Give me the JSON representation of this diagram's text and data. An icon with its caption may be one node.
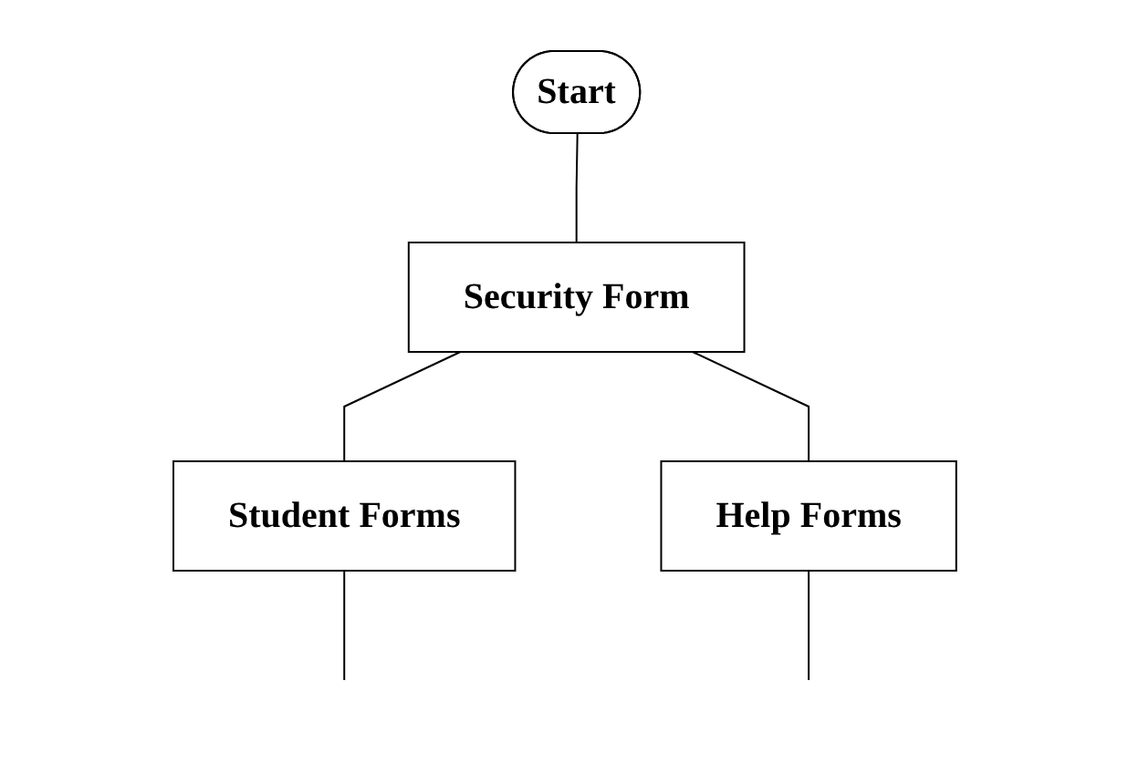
{
  "diagram": {
    "nodes": [
      {
        "text": [
          "Start"
        ]
      },
      {
        "text": [
          "Security Form"
        ]
      },
      {
        "text": [
          "Student Forms"
        ]
      },
      {
        "text": [
          "Help Forms"
        ]
      }
    ],
    "edges": [
      {
        "from": 0,
        "to": 1,
        "arrow": "none"
      },
      {
        "from": 1,
        "to": 2,
        "arrow": "none"
      },
      {
        "from": 1,
        "to": 3,
        "arrow": "none"
      },
      {
        "from": 2,
        "to": null,
        "arrow": "none"
      },
      {
        "from": 3,
        "to": null,
        "arrow": "none"
      }
    ]
  }
}
